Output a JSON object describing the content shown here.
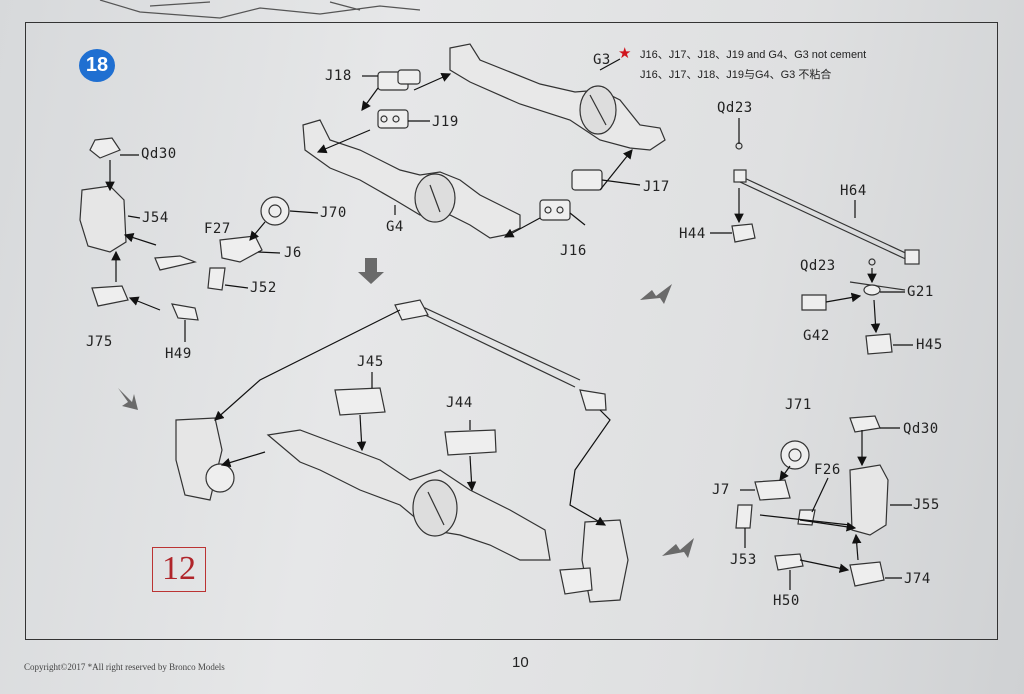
{
  "step": {
    "number": "18"
  },
  "note": {
    "line1": "J16、J17、J18、J19 and G4、G3  not cement",
    "line2": "J16、J17、J18、J19与G4、G3 不粘合"
  },
  "reference_number": "12",
  "footer": {
    "copyright": "Copyright©2017 *All right reserved by Bronco Models",
    "page_number": "10"
  },
  "parts": {
    "g3": "G3",
    "j18": "J18",
    "j19": "J19",
    "qd30_left": "Qd30",
    "j54": "J54",
    "f27": "F27",
    "j70": "J70",
    "j6": "J6",
    "j52": "J52",
    "g4": "G4",
    "j17": "J17",
    "j16": "J16",
    "j75": "J75",
    "h49": "H49",
    "qd23_top": "Qd23",
    "h64": "H64",
    "h44": "H44",
    "qd23_mid": "Qd23",
    "g21": "G21",
    "g42": "G42",
    "h45": "H45",
    "j45": "J45",
    "j44": "J44",
    "j71": "J71",
    "qd30_right": "Qd30",
    "f26": "F26",
    "j7": "J7",
    "j55": "J55",
    "j53": "J53",
    "j74": "J74",
    "h50": "H50"
  }
}
